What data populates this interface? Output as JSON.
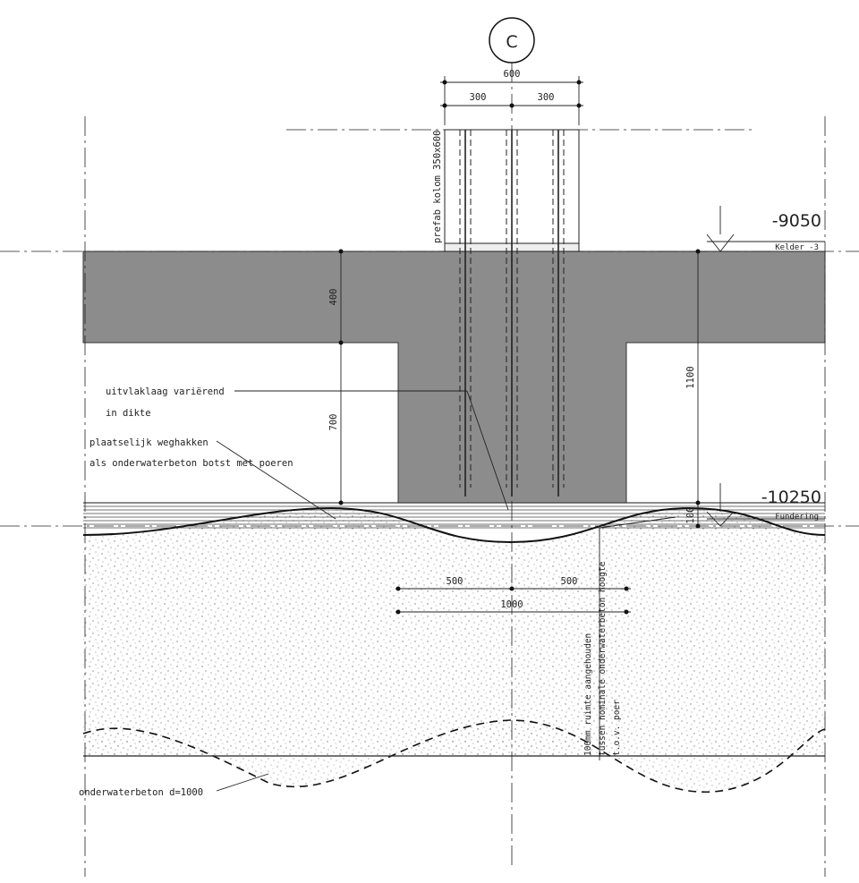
{
  "grid_label": "C",
  "dimensions": {
    "top_total": "600",
    "top_left": "300",
    "top_right": "300",
    "slab": "400",
    "void": "700",
    "beam": "1100",
    "blinding": "100",
    "wave_left": "500",
    "wave_right": "500",
    "wave_total": "1000"
  },
  "levels": {
    "upper_value": "-9050",
    "upper_name": "Kelder -3",
    "lower_value": "-10250",
    "lower_name": "Fundering"
  },
  "annotations": {
    "column": "prefab kolom 350x600",
    "levelling_1": "uitvlaklaag variërend",
    "levelling_2": "in dikte",
    "chip_1": "plaatselijk weghakken",
    "chip_2": "als onderwaterbeton botst met poeren",
    "space_1": "100mm ruimte aangehouden",
    "space_2": "tussen nominale onderwaterbeton hoogte",
    "space_3": "t.o.v. poer",
    "underwater": "onderwaterbeton d=1000"
  },
  "colors": {
    "concrete": "#8c8c8c",
    "line": "#222222"
  }
}
